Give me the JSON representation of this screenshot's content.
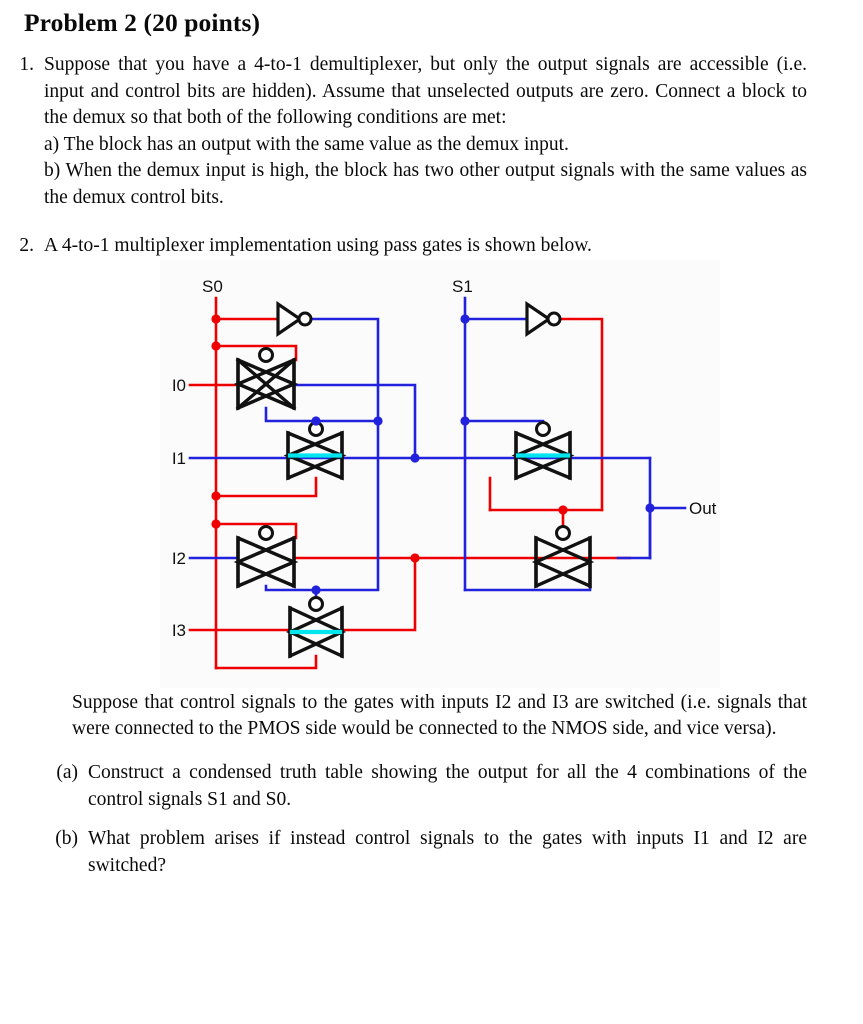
{
  "document": {
    "title": "Problem 2 (20 points)"
  },
  "problems": [
    {
      "marker": "1.",
      "lines": [
        "Suppose that you have a 4-to-1 demultiplexer, but only the output signals are accessible (i.e. input and control bits are hidden). Assume that unselected outputs are zero. Connect a block to the demux so that both of the following conditions are met:",
        "a) The block has an output with the same value as the demux input.",
        "b) When the demux input is high, the block has two other output signals with the same values as the demux control bits."
      ]
    },
    {
      "marker": "2.",
      "lines": [
        "A 4-to-1 multiplexer implementation using pass gates is shown below."
      ]
    }
  ],
  "item1": {
    "marker": "1.",
    "para": "Suppose that you have a 4-to-1 demultiplexer, but only the output signals are accessible (i.e. input and control bits are hidden). Assume that unselected outputs are zero. Connect a block to the demux so that both of the following conditions are met:",
    "sub_a": "a) The block has an output with the same value as the demux input.",
    "sub_b": "b) When the demux input is high, the block has two other output signals with the same values as the demux control bits."
  },
  "item2": {
    "marker": "2.",
    "para": "A 4-to-1 multiplexer implementation using pass gates is shown below."
  },
  "figure": {
    "name": "4-to-1 multiplexer built from pass (transmission) gates",
    "labels": {
      "s0": "S0",
      "s1": "S1",
      "i0": "I0",
      "i1": "I1",
      "i2": "I2",
      "i3": "I3",
      "out": "Out"
    },
    "colors": {
      "wire_red": "#ee0000",
      "wire_blue": "#2222dd",
      "gate_outline": "#111111",
      "gate_fill_cyan": "#00e5ee",
      "background": "#fbfbfb"
    }
  },
  "after_figure": {
    "para": "Suppose that control signals to the gates with inputs I2 and I3 are switched (i.e. signals that were connected to the PMOS side would be connected to the NMOS side, and vice versa)."
  },
  "subquestions": [
    {
      "marker": "(a)",
      "text": "Construct a condensed truth table showing the output for all the 4 combinations of the control signals S1 and S0."
    },
    {
      "marker": "(b)",
      "text": "What problem arises if instead control signals to the gates with inputs I1 and I2 are switched?"
    }
  ]
}
